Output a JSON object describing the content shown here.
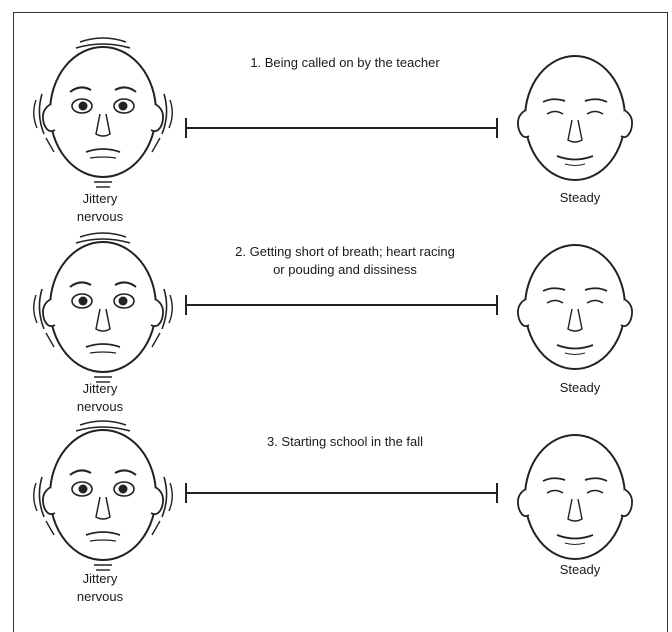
{
  "items": [
    {
      "prompt_lines": [
        "1. Being called on by the teacher",
        ""
      ],
      "left_label_lines": [
        "Jittery",
        "nervous"
      ],
      "right_label": "Steady",
      "left_icon": "nervous-face-icon",
      "right_icon": "calm-face-icon"
    },
    {
      "prompt_lines": [
        "2. Getting short of breath; heart racing",
        "or pouding and dissiness"
      ],
      "left_label_lines": [
        "Jittery",
        "nervous"
      ],
      "right_label": "Steady",
      "left_icon": "nervous-face-icon",
      "right_icon": "calm-face-icon"
    },
    {
      "prompt_lines": [
        "3. Starting school in the fall",
        ""
      ],
      "left_label_lines": [
        "Jittery",
        "nervous"
      ],
      "right_label": "Steady",
      "left_icon": "nervous-face-icon",
      "right_icon": "calm-face-icon"
    }
  ]
}
